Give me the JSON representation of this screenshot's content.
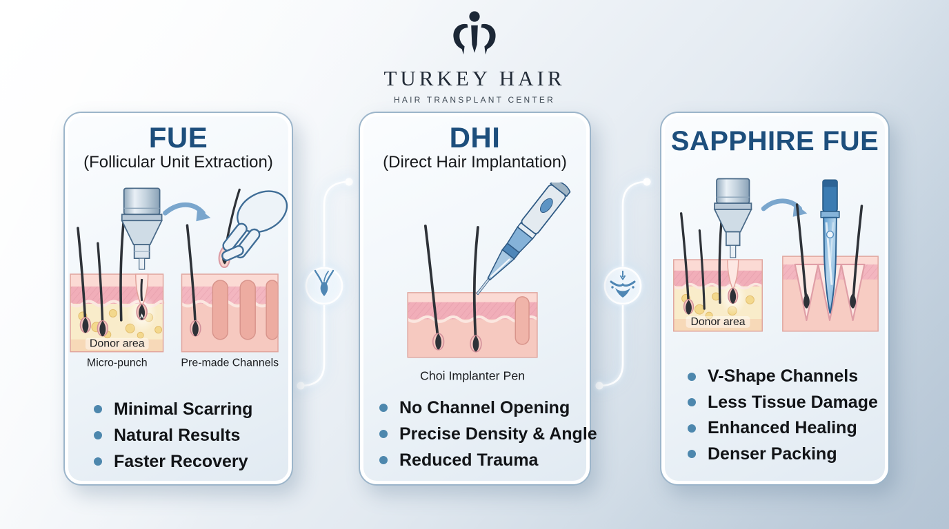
{
  "brand": {
    "name": "TURKEY HAIR",
    "tagline": "HAIR TRANSPLANT CENTER",
    "logo_color": "#1c2736"
  },
  "colors": {
    "card_title": "#1d4e7c",
    "bullet_dot": "#4d87ad",
    "connector_icon": "#4f87b4",
    "background_end": "#b7c6d5"
  },
  "cards": [
    {
      "id": "fue",
      "title": "FUE",
      "subtitle": "(Follicular Unit Extraction)",
      "labels": {
        "donor": "Donor area",
        "tool": "Micro-punch",
        "channels": "Pre-made Channels"
      },
      "bullets": [
        "Minimal Scarring",
        "Natural Results",
        "Faster Recovery"
      ]
    },
    {
      "id": "dhi",
      "title": "DHI",
      "subtitle": "(Direct Hair Implantation)",
      "labels": {
        "pen": "Choi Implanter Pen"
      },
      "bullets": [
        "No Channel Opening",
        "Precise Density & Angle",
        "Reduced Trauma"
      ]
    },
    {
      "id": "sapphire",
      "title": "SAPPHIRE FUE",
      "subtitle": "",
      "labels": {
        "donor": "Donor area"
      },
      "bullets": [
        "V-Shape Channels",
        "Less Tissue Damage",
        "Enhanced Healing",
        "Denser Packing"
      ]
    }
  ],
  "connectors": [
    {
      "icon": "hair-follicle-icon"
    },
    {
      "icon": "v-channel-icon"
    }
  ]
}
